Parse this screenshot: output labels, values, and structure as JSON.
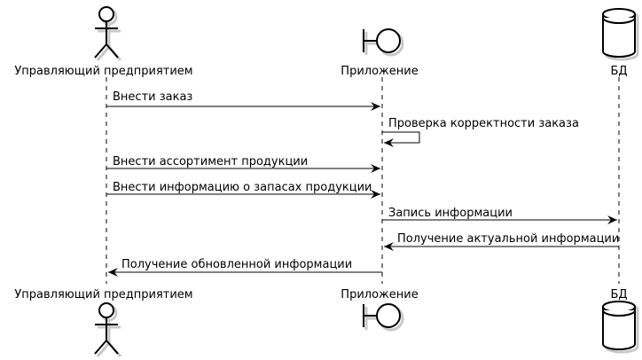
{
  "participants": [
    {
      "id": "manager",
      "kind": "actor",
      "label": "Управляющий предприятием"
    },
    {
      "id": "app",
      "kind": "boundary",
      "label": "Приложение"
    },
    {
      "id": "db",
      "kind": "database",
      "label": "БД"
    }
  ],
  "messages": [
    {
      "from": "manager",
      "to": "app",
      "label": "Внести заказ"
    },
    {
      "from": "app",
      "to": "app",
      "label": "Проверка корректности заказа"
    },
    {
      "from": "manager",
      "to": "app",
      "label": "Внести ассортимент продукции"
    },
    {
      "from": "manager",
      "to": "app",
      "label": "Внести информацию о запасах продукции"
    },
    {
      "from": "app",
      "to": "db",
      "label": "Запись информации"
    },
    {
      "from": "db",
      "to": "app",
      "label": "Получение актуальной информации"
    },
    {
      "from": "app",
      "to": "manager",
      "label": "Получение обновленной информации"
    }
  ]
}
